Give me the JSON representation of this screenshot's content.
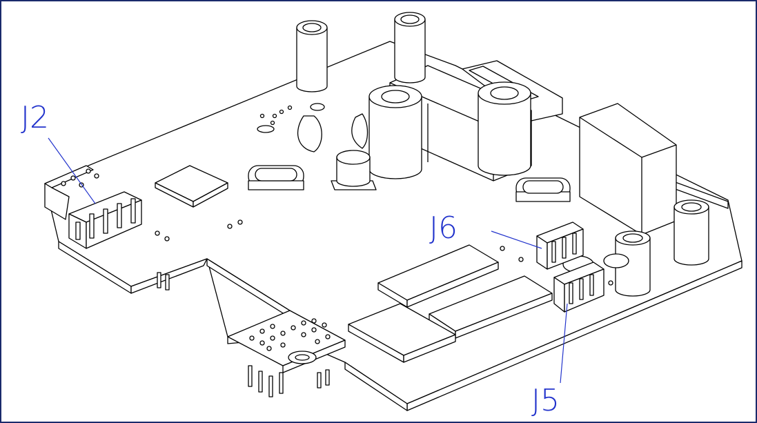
{
  "diagram": {
    "labels": {
      "j2": "J2",
      "j6": "J6",
      "j5": "J5"
    },
    "colors": {
      "frame": "#1a2a6c",
      "label": "#2233cc",
      "ink": "#000000",
      "paper": "#ffffff"
    }
  }
}
